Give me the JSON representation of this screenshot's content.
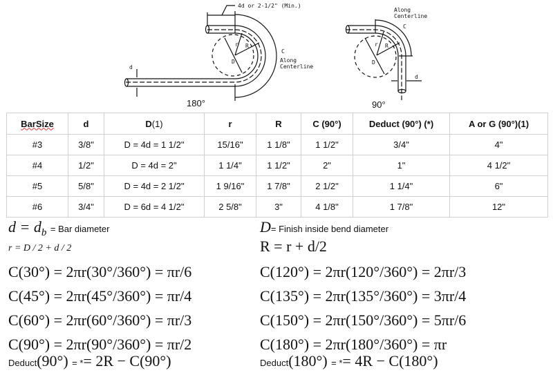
{
  "diagram": {
    "min_length_label": "4d or 2-1/2\" (Min.)",
    "c_label": "C",
    "along_label": "Along",
    "centerline_label": "Centerline",
    "d_label": "d",
    "D_label": "D",
    "r_label": "r",
    "R_label": "R",
    "bend_180_label": "180°",
    "bend_90_label": "90°"
  },
  "table": {
    "headers": [
      "BarSize",
      "d",
      "D",
      "(1)",
      "r",
      "R",
      "C (90°)",
      "Deduct (90°) (*)",
      "A or G (90°)(1)"
    ],
    "rows": [
      [
        "#3",
        "3/8\"",
        "D = 4d = 1 1/2\"",
        "15/16\"",
        "1 1/8\"",
        "1 1/2\"",
        "3/4\"",
        "4\""
      ],
      [
        "#4",
        "1/2\"",
        "D = 4d = 2\"",
        "1 1/4\"",
        "1 1/2\"",
        "2\"",
        "1\"",
        "4 1/2\""
      ],
      [
        "#5",
        "5/8\"",
        "D = 4d = 2 1/2\"",
        "1 9/16\"",
        "1 7/8\"",
        "2 1/2\"",
        "1 1/4\"",
        "6\""
      ],
      [
        "#6",
        "3/4\"",
        "D = 6d = 4 1/2\"",
        "2 5/8\"",
        "3\"",
        "4 1/8\"",
        "1 7/8\"",
        "12\""
      ]
    ]
  },
  "formulas": {
    "d_def_math": "d = d",
    "d_def_sub": "b",
    "d_def_text": "= Bar diameter",
    "D_def_math": "D",
    "D_def_text": "= Finish inside bend diameter",
    "r_def": "r = D / 2 + d / 2",
    "R_def": "R = r + d/2",
    "left": [
      "C(30°) = 2πr(30°/360°) = πr/6",
      "C(45°) = 2πr(45°/360°) = πr/4",
      "C(60°) = 2πr(60°/360°) = πr/3",
      "C(90°) = 2πr(90°/360°) = πr/2"
    ],
    "right": [
      "C(120°) = 2πr(120°/360°) = 2πr/3",
      "C(135°) = 2πr(135°/360°) = 3πr/4",
      "C(150°) = 2πr(150°/360°) = 5πr/6",
      "C(180°) = 2πr(180°/360°) = πr"
    ],
    "deduct_label": "Deduct",
    "deduct90_angle": "(90°)",
    "deduct_eq": "= *",
    "deduct90_expr": "= 2R − C(90°)",
    "deduct180_angle": "(180°)",
    "deduct180_expr": "= 4R − C(180°)"
  }
}
